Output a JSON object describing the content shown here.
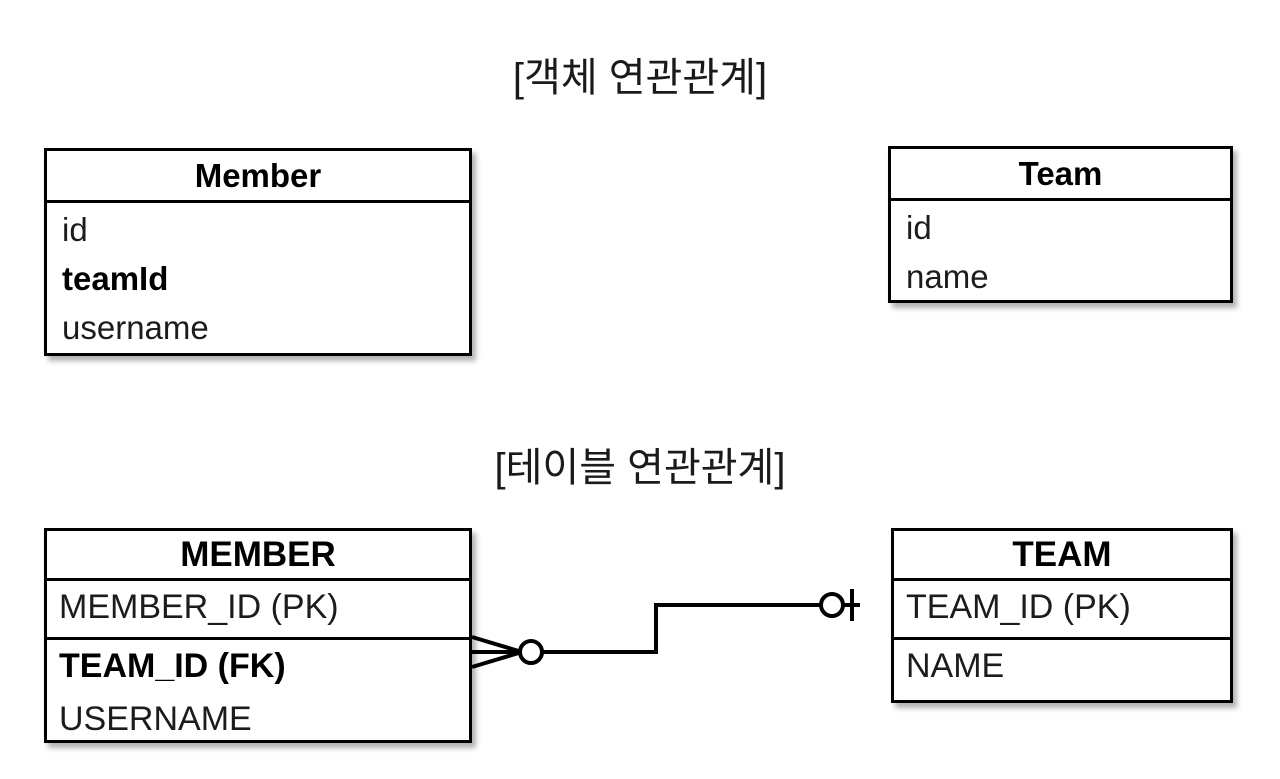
{
  "page": {
    "background": "#ffffff",
    "line_color": "#000000"
  },
  "sections": {
    "object_model": {
      "title": "[객체 연관관계]",
      "entities": [
        {
          "name": "Member",
          "fields": [
            {
              "label": "id",
              "bold": false
            },
            {
              "label": "teamId",
              "bold": true
            },
            {
              "label": "username",
              "bold": false
            }
          ]
        },
        {
          "name": "Team",
          "fields": [
            {
              "label": "id",
              "bold": false
            },
            {
              "label": "name",
              "bold": false
            }
          ]
        }
      ]
    },
    "table_model": {
      "title": "[테이블 연관관계]",
      "entities": [
        {
          "name": "MEMBER",
          "key_group": [
            {
              "label": "MEMBER_ID (PK)",
              "bold": false
            }
          ],
          "attr_group": [
            {
              "label": "TEAM_ID (FK)",
              "bold": true
            },
            {
              "label": "USERNAME",
              "bold": false
            }
          ]
        },
        {
          "name": "TEAM",
          "key_group": [
            {
              "label": "TEAM_ID (PK)",
              "bold": false
            }
          ],
          "attr_group": [
            {
              "label": "NAME",
              "bold": false
            }
          ]
        }
      ],
      "relationship": {
        "notation": "crows-foot",
        "left_cardinality": "zero-or-many",
        "right_cardinality": "zero-or-one",
        "from": "MEMBER.TEAM_ID (FK)",
        "to": "TEAM.TEAM_ID (PK)"
      }
    }
  }
}
